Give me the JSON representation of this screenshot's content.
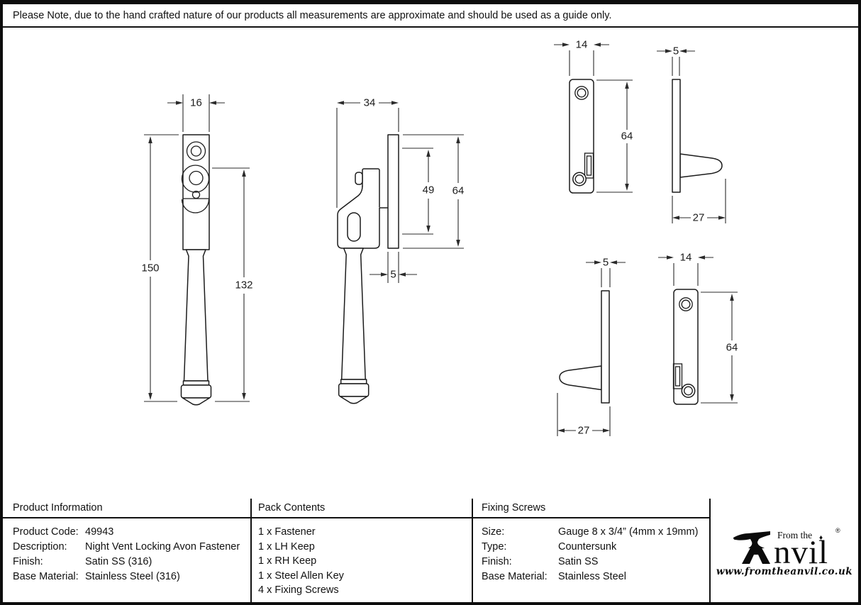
{
  "note": "Please Note, due to the hand crafted nature of our products all measurements are approximate and should be used as a guide only.",
  "drawings": {
    "front": {
      "width": "16",
      "height_total": "150",
      "height_handle": "132"
    },
    "side": {
      "width": "34",
      "height_engage": "49",
      "height_plate": "64",
      "thickness": "5"
    },
    "keep_rh": {
      "width": "14",
      "height": "64",
      "thickness": "5",
      "depth": "27"
    },
    "keep_lh": {
      "width": "14",
      "height": "64",
      "thickness": "5",
      "depth": "27"
    }
  },
  "product_info": {
    "title": "Product Information",
    "rows": [
      {
        "label": "Product Code:",
        "value": "49943"
      },
      {
        "label": "Description:",
        "value": "Night Vent Locking Avon Fastener"
      },
      {
        "label": "Finish:",
        "value": "Satin SS (316)"
      },
      {
        "label": "Base Material:",
        "value": "Stainless Steel (316)"
      }
    ]
  },
  "pack_contents": {
    "title": "Pack Contents",
    "items": [
      "1 x Fastener",
      "1 x LH Keep",
      "1 x RH Keep",
      "1 x Steel Allen Key",
      "4 x Fixing Screws"
    ]
  },
  "fixing_screws": {
    "title": "Fixing Screws",
    "rows": [
      {
        "label": "Size:",
        "value": "Gauge 8 x 3/4” (4mm x 19mm)"
      },
      {
        "label": "Type:",
        "value": "Countersunk"
      },
      {
        "label": "Finish:",
        "value": "Satin SS"
      },
      {
        "label": "Base Material:",
        "value": "Stainless Steel"
      }
    ]
  },
  "logo": {
    "from_the": "From the",
    "diamond": "♦",
    "brand_suffix": "nvil",
    "registered": "®",
    "website": "www.fromtheanvil.co.uk"
  }
}
